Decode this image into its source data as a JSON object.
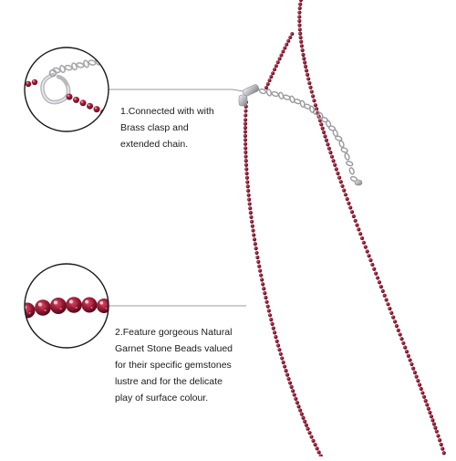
{
  "features": [
    {
      "lines": [
        "1.Connected with with",
        "Brass clasp and",
        "extended chain."
      ]
    },
    {
      "lines": [
        "2.Feature gorgeous Natural",
        "Garnet Stone Beads valued",
        "for their specific gemstones",
        "lustre and for the delicate",
        "play of surface colour."
      ]
    }
  ],
  "colors": {
    "bead": "#8a1830",
    "bead_dark": "#5c0c1c",
    "bead_highlight": "#d8607a",
    "metal": "#c9c9cc",
    "metal_dark": "#8d8d92",
    "outline": "#1a1a1a",
    "leader_line": "#7a7a7a"
  },
  "icons": [
    "circle-zoom-clasp",
    "circle-zoom-beads",
    "necklace-illustration"
  ]
}
